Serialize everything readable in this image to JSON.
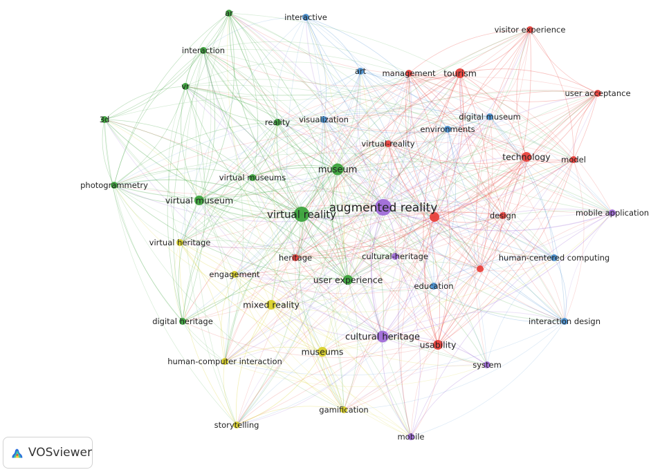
{
  "app": {
    "brand": "VOSviewer",
    "logo_icon": "vosviewer-logo-icon"
  },
  "cluster_colors": {
    "red": "#e8413c",
    "green": "#3ca33c",
    "blue": "#4a90d0",
    "yellow": "#d9d12a",
    "purple": "#a06cd8"
  },
  "nodes": [
    {
      "id": "ar",
      "label": "ar",
      "cluster": "green",
      "weight": 1
    },
    {
      "id": "interactive",
      "label": "interactive",
      "cluster": "blue",
      "weight": 1
    },
    {
      "id": "interaction",
      "label": "interaction",
      "cluster": "green",
      "weight": 1
    },
    {
      "id": "vr",
      "label": "vr",
      "cluster": "green",
      "weight": 1
    },
    {
      "id": "3d",
      "label": "3d",
      "cluster": "green",
      "weight": 1
    },
    {
      "id": "art",
      "label": "art",
      "cluster": "blue",
      "weight": 1
    },
    {
      "id": "management",
      "label": "management",
      "cluster": "red",
      "weight": 1
    },
    {
      "id": "tourism",
      "label": "tourism",
      "cluster": "red",
      "weight": 2
    },
    {
      "id": "visitor_experience",
      "label": "visitor experience",
      "cluster": "red",
      "weight": 1
    },
    {
      "id": "user_acceptance",
      "label": "user acceptance",
      "cluster": "red",
      "weight": 1
    },
    {
      "id": "reality",
      "label": "reality",
      "cluster": "green",
      "weight": 1
    },
    {
      "id": "visualization",
      "label": "visualization",
      "cluster": "blue",
      "weight": 1
    },
    {
      "id": "digital_museum",
      "label": "digital museum",
      "cluster": "blue",
      "weight": 1
    },
    {
      "id": "environments",
      "label": "environments",
      "cluster": "blue",
      "weight": 1
    },
    {
      "id": "virtual_reality_hyph",
      "label": "virtual-reality",
      "cluster": "red",
      "weight": 1
    },
    {
      "id": "technology",
      "label": "technology",
      "cluster": "red",
      "weight": 2
    },
    {
      "id": "model",
      "label": "model",
      "cluster": "red",
      "weight": 1
    },
    {
      "id": "museum",
      "label": "museum",
      "cluster": "green",
      "weight": 3
    },
    {
      "id": "virtual_museums",
      "label": "virtual museums",
      "cluster": "green",
      "weight": 1
    },
    {
      "id": "photogrammetry",
      "label": "photogrammetry",
      "cluster": "green",
      "weight": 1
    },
    {
      "id": "virtual_museum",
      "label": "virtual museum",
      "cluster": "green",
      "weight": 2
    },
    {
      "id": "virtual_reality",
      "label": "virtual reality",
      "cluster": "green",
      "weight": 4
    },
    {
      "id": "augmented_reality",
      "label": "augmented reality",
      "cluster": "purple",
      "weight": 5
    },
    {
      "id": "unlabeled_red_1",
      "label": "",
      "cluster": "red",
      "weight": 2
    },
    {
      "id": "design",
      "label": "design",
      "cluster": "red",
      "weight": 1
    },
    {
      "id": "mobile_application",
      "label": "mobile application",
      "cluster": "purple",
      "weight": 1
    },
    {
      "id": "virtual_heritage",
      "label": "virtual heritage",
      "cluster": "yellow",
      "weight": 1
    },
    {
      "id": "heritage",
      "label": "heritage",
      "cluster": "red",
      "weight": 1
    },
    {
      "id": "cultural_heritage_hyph",
      "label": "cultural-heritage",
      "cluster": "purple",
      "weight": 1
    },
    {
      "id": "unlabeled_red_2",
      "label": "",
      "cluster": "red",
      "weight": 1
    },
    {
      "id": "human_centered_computing",
      "label": "human-centered computing",
      "cluster": "blue",
      "weight": 1
    },
    {
      "id": "engagement",
      "label": "engagement",
      "cluster": "yellow",
      "weight": 1
    },
    {
      "id": "user_experience",
      "label": "user experience",
      "cluster": "green",
      "weight": 2
    },
    {
      "id": "education",
      "label": "education",
      "cluster": "blue",
      "weight": 1
    },
    {
      "id": "mixed_reality",
      "label": "mixed reality",
      "cluster": "yellow",
      "weight": 2
    },
    {
      "id": "digital_heritage",
      "label": "digital heritage",
      "cluster": "green",
      "weight": 1
    },
    {
      "id": "interaction_design",
      "label": "interaction design",
      "cluster": "blue",
      "weight": 1
    },
    {
      "id": "cultural_heritage",
      "label": "cultural heritage",
      "cluster": "purple",
      "weight": 3
    },
    {
      "id": "usability",
      "label": "usability",
      "cluster": "red",
      "weight": 2
    },
    {
      "id": "museums",
      "label": "museums",
      "cluster": "yellow",
      "weight": 2
    },
    {
      "id": "human_computer_interaction",
      "label": "human-computer interaction",
      "cluster": "yellow",
      "weight": 1
    },
    {
      "id": "system",
      "label": "system",
      "cluster": "purple",
      "weight": 1
    },
    {
      "id": "gamification",
      "label": "gamification",
      "cluster": "yellow",
      "weight": 1
    },
    {
      "id": "storytelling",
      "label": "storytelling",
      "cluster": "yellow",
      "weight": 1
    },
    {
      "id": "mobile",
      "label": "mobile",
      "cluster": "purple",
      "weight": 1
    }
  ]
}
